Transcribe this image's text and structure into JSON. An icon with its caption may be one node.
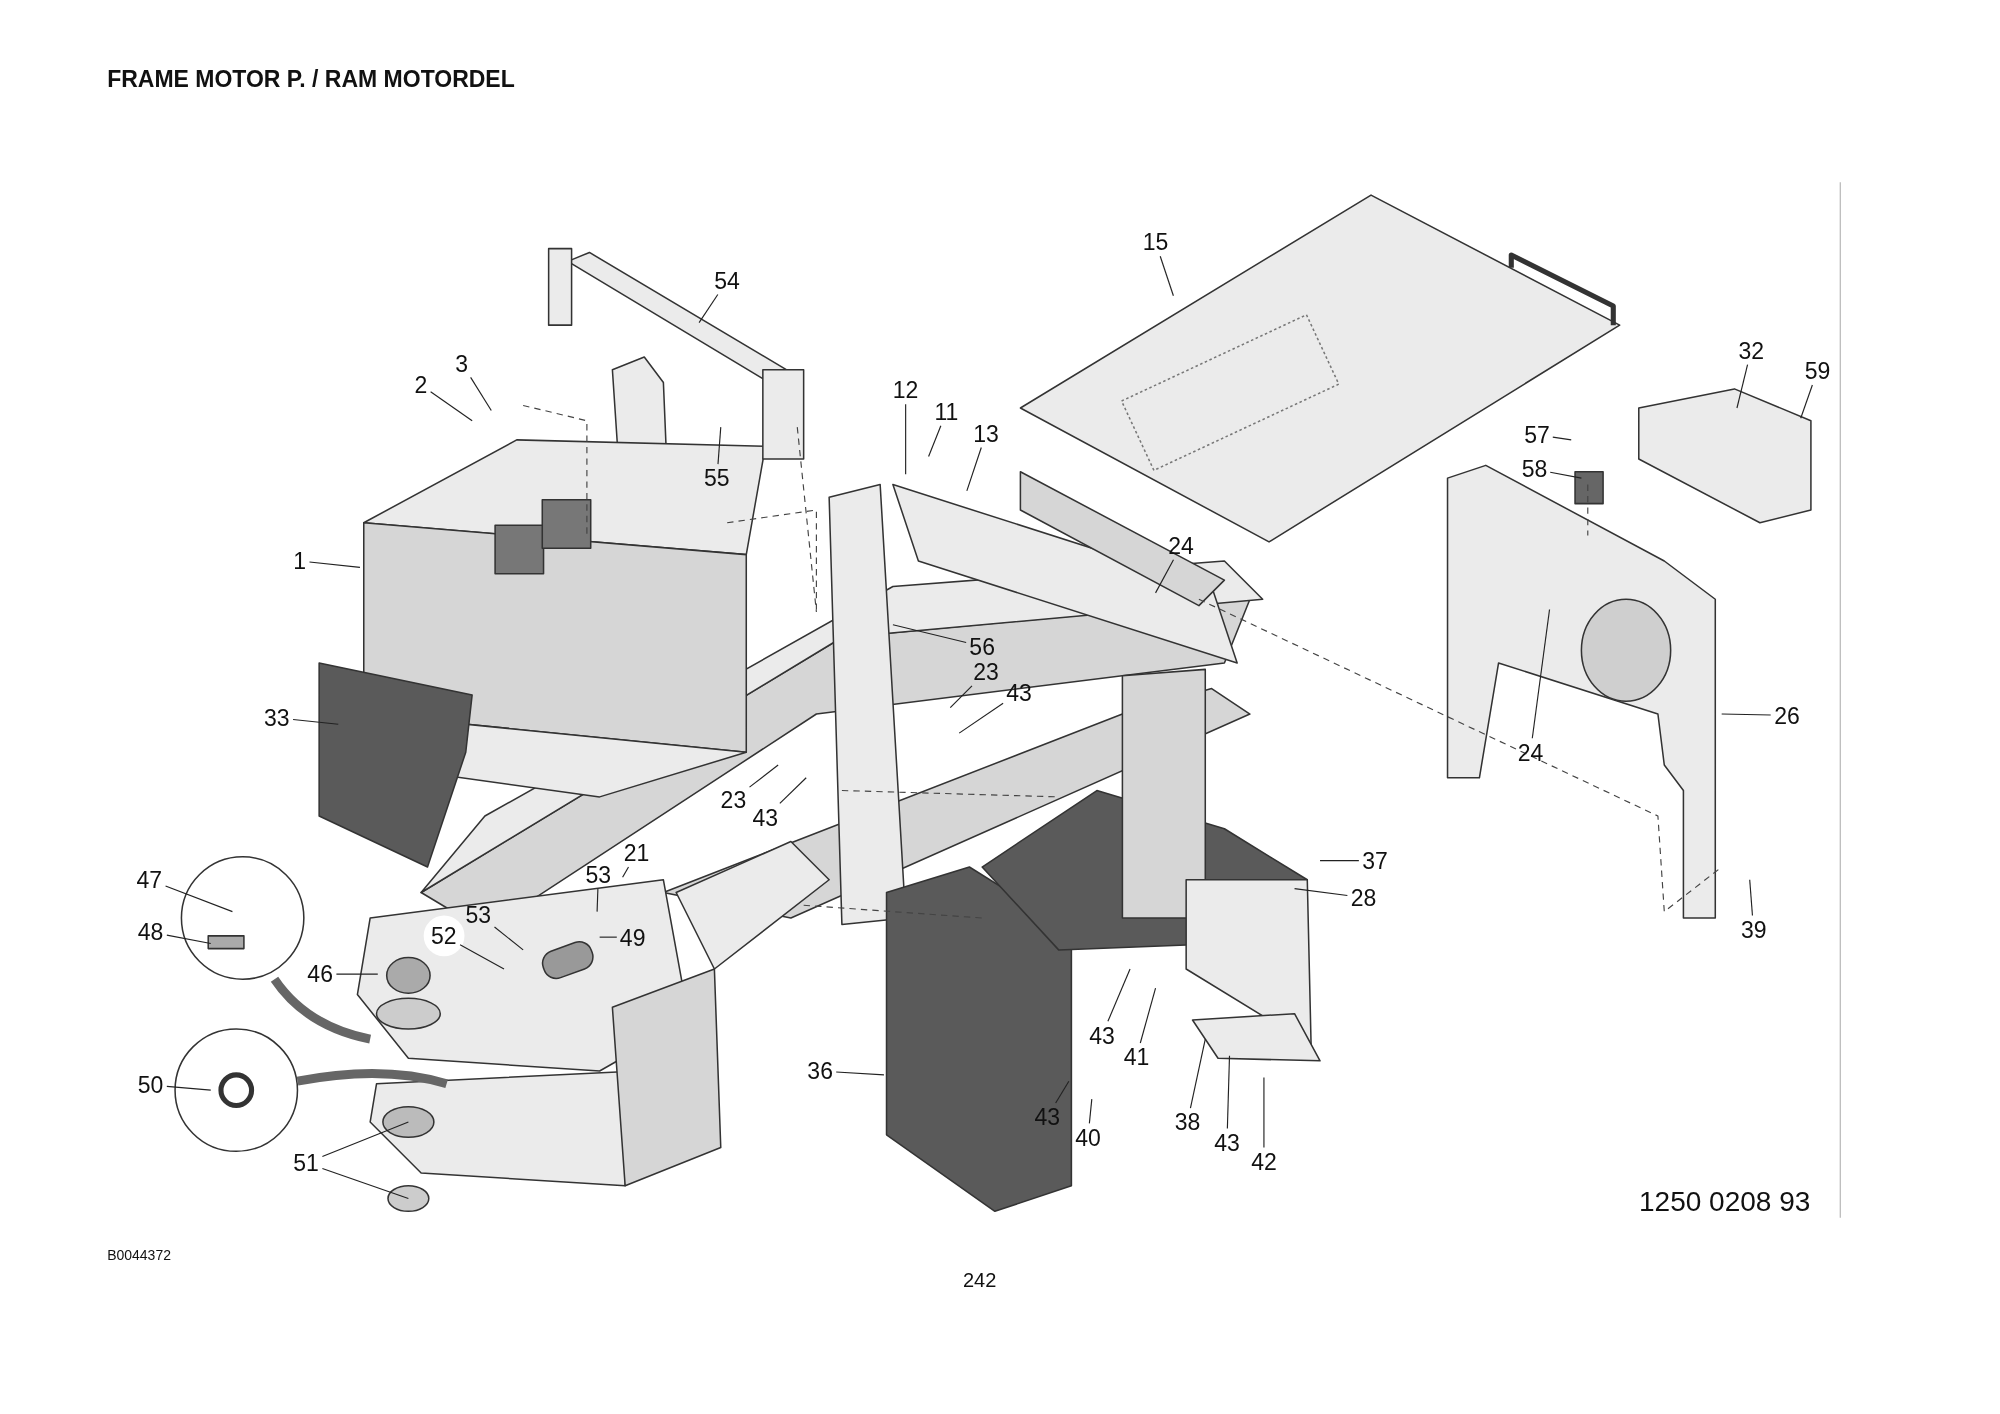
{
  "diagram": {
    "title": "FRAME MOTOR P. / RAM MOTORDEL",
    "nodes": [
      {
        "text": [
          "15"
        ]
      },
      {
        "text": [
          "54"
        ]
      },
      {
        "text": [
          "32"
        ]
      },
      {
        "text": [
          "3"
        ]
      },
      {
        "text": [
          "59"
        ]
      },
      {
        "text": [
          "2"
        ]
      },
      {
        "text": [
          "12"
        ]
      },
      {
        "text": [
          "11"
        ]
      },
      {
        "text": [
          "13"
        ]
      },
      {
        "text": [
          "57"
        ]
      },
      {
        "text": [
          "58"
        ]
      },
      {
        "text": [
          "55"
        ]
      },
      {
        "text": [
          "24"
        ]
      },
      {
        "text": [
          "1"
        ]
      },
      {
        "text": [
          "56"
        ]
      },
      {
        "text": [
          "23"
        ]
      },
      {
        "text": [
          "43"
        ]
      },
      {
        "text": [
          "26"
        ]
      },
      {
        "text": [
          "33"
        ]
      },
      {
        "text": [
          "24"
        ]
      },
      {
        "text": [
          "23"
        ]
      },
      {
        "text": [
          "43"
        ]
      },
      {
        "text": [
          "21"
        ]
      },
      {
        "text": [
          "37"
        ]
      },
      {
        "text": [
          "53"
        ]
      },
      {
        "text": [
          "47"
        ]
      },
      {
        "text": [
          "28"
        ]
      },
      {
        "text": [
          "53"
        ]
      },
      {
        "text": [
          "39"
        ]
      },
      {
        "text": [
          "48"
        ]
      },
      {
        "text": [
          "52"
        ]
      },
      {
        "text": [
          "49"
        ]
      },
      {
        "text": [
          "46"
        ]
      },
      {
        "text": [
          "43"
        ]
      },
      {
        "text": [
          "41"
        ]
      },
      {
        "text": [
          "36"
        ]
      },
      {
        "text": [
          "50"
        ]
      },
      {
        "text": [
          "43"
        ]
      },
      {
        "text": [
          "38"
        ]
      },
      {
        "text": [
          "40"
        ]
      },
      {
        "text": [
          "43"
        ]
      },
      {
        "text": [
          "42"
        ]
      },
      {
        "text": [
          "51"
        ]
      }
    ],
    "edges": [
      {
        "from": 0,
        "to": null,
        "arrow": "none"
      },
      {
        "from": 1,
        "to": null,
        "arrow": "none"
      },
      {
        "from": 2,
        "to": null,
        "arrow": "none"
      },
      {
        "from": 3,
        "to": null,
        "arrow": "none"
      },
      {
        "from": 4,
        "to": null,
        "arrow": "none"
      },
      {
        "from": 5,
        "to": null,
        "arrow": "none"
      },
      {
        "from": 6,
        "to": null,
        "arrow": "none"
      },
      {
        "from": 7,
        "to": null,
        "arrow": "none"
      },
      {
        "from": 8,
        "to": null,
        "arrow": "none"
      },
      {
        "from": 9,
        "to": null,
        "arrow": "none"
      },
      {
        "from": 10,
        "to": null,
        "arrow": "none"
      },
      {
        "from": 11,
        "to": null,
        "arrow": "none"
      },
      {
        "from": 12,
        "to": null,
        "arrow": "none"
      },
      {
        "from": 13,
        "to": null,
        "arrow": "none"
      },
      {
        "from": 14,
        "to": null,
        "arrow": "none"
      },
      {
        "from": 15,
        "to": null,
        "arrow": "none"
      },
      {
        "from": 16,
        "to": null,
        "arrow": "none"
      },
      {
        "from": 17,
        "to": null,
        "arrow": "none"
      },
      {
        "from": 18,
        "to": null,
        "arrow": "none"
      },
      {
        "from": 19,
        "to": null,
        "arrow": "none"
      },
      {
        "from": 20,
        "to": null,
        "arrow": "none"
      },
      {
        "from": 21,
        "to": null,
        "arrow": "none"
      },
      {
        "from": 22,
        "to": null,
        "arrow": "none"
      },
      {
        "from": 23,
        "to": null,
        "arrow": "none"
      },
      {
        "from": 24,
        "to": null,
        "arrow": "none"
      },
      {
        "from": 25,
        "to": null,
        "arrow": "none"
      },
      {
        "from": 26,
        "to": null,
        "arrow": "none"
      },
      {
        "from": 27,
        "to": null,
        "arrow": "none"
      },
      {
        "from": 28,
        "to": null,
        "arrow": "none"
      },
      {
        "from": 29,
        "to": null,
        "arrow": "none"
      },
      {
        "from": 30,
        "to": null,
        "arrow": "none"
      },
      {
        "from": 31,
        "to": null,
        "arrow": "none"
      },
      {
        "from": 32,
        "to": null,
        "arrow": "none"
      },
      {
        "from": 33,
        "to": null,
        "arrow": "none"
      },
      {
        "from": 34,
        "to": null,
        "arrow": "none"
      },
      {
        "from": 35,
        "to": null,
        "arrow": "none"
      },
      {
        "from": 36,
        "to": null,
        "arrow": "none"
      },
      {
        "from": 37,
        "to": null,
        "arrow": "none"
      },
      {
        "from": 38,
        "to": null,
        "arrow": "none"
      },
      {
        "from": 39,
        "to": null,
        "arrow": "none"
      },
      {
        "from": 40,
        "to": null,
        "arrow": "none"
      },
      {
        "from": 41,
        "to": null,
        "arrow": "none"
      },
      {
        "from": 42,
        "to": null,
        "arrow": "none"
      },
      {
        "from": 42,
        "to": null,
        "arrow": "none"
      }
    ],
    "labels": [
      "1250 0208 93",
      "B0044372",
      "242"
    ]
  }
}
